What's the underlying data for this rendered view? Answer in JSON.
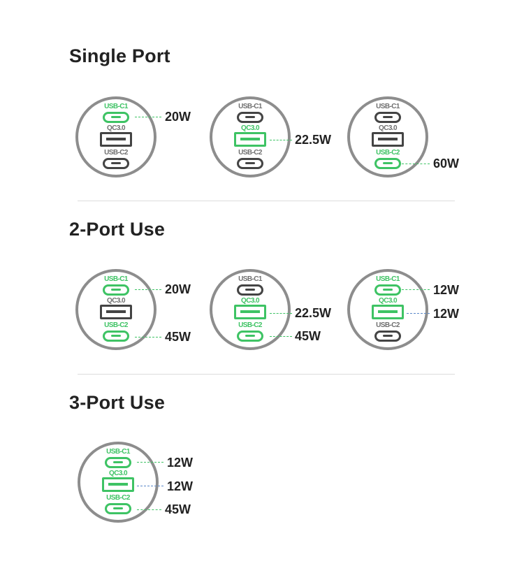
{
  "colors": {
    "active": "#3ec364",
    "inactive": "#444444",
    "ring": "#8d8d8d",
    "leader_blue": "#5a88c8"
  },
  "port_labels": {
    "c1": "USB-C1",
    "a": "QC3.0",
    "c2": "USB-C2"
  },
  "sections": [
    {
      "title": "Single Port",
      "chargers": [
        {
          "active_ports": [
            "c1"
          ],
          "outputs": {
            "c1": "20W"
          }
        },
        {
          "active_ports": [
            "a"
          ],
          "outputs": {
            "a": "22.5W"
          }
        },
        {
          "active_ports": [
            "c2"
          ],
          "outputs": {
            "c2": "60W"
          }
        }
      ]
    },
    {
      "title": "2-Port Use",
      "chargers": [
        {
          "active_ports": [
            "c1",
            "c2"
          ],
          "outputs": {
            "c1": "20W",
            "c2": "45W"
          }
        },
        {
          "active_ports": [
            "a",
            "c2"
          ],
          "outputs": {
            "a": "22.5W",
            "c2": "45W"
          }
        },
        {
          "active_ports": [
            "c1",
            "a"
          ],
          "outputs": {
            "c1": "12W",
            "a": "12W"
          }
        }
      ]
    },
    {
      "title": "3-Port Use",
      "chargers": [
        {
          "active_ports": [
            "c1",
            "a",
            "c2"
          ],
          "outputs": {
            "c1": "12W",
            "a": "12W",
            "c2": "45W"
          }
        }
      ]
    }
  ]
}
